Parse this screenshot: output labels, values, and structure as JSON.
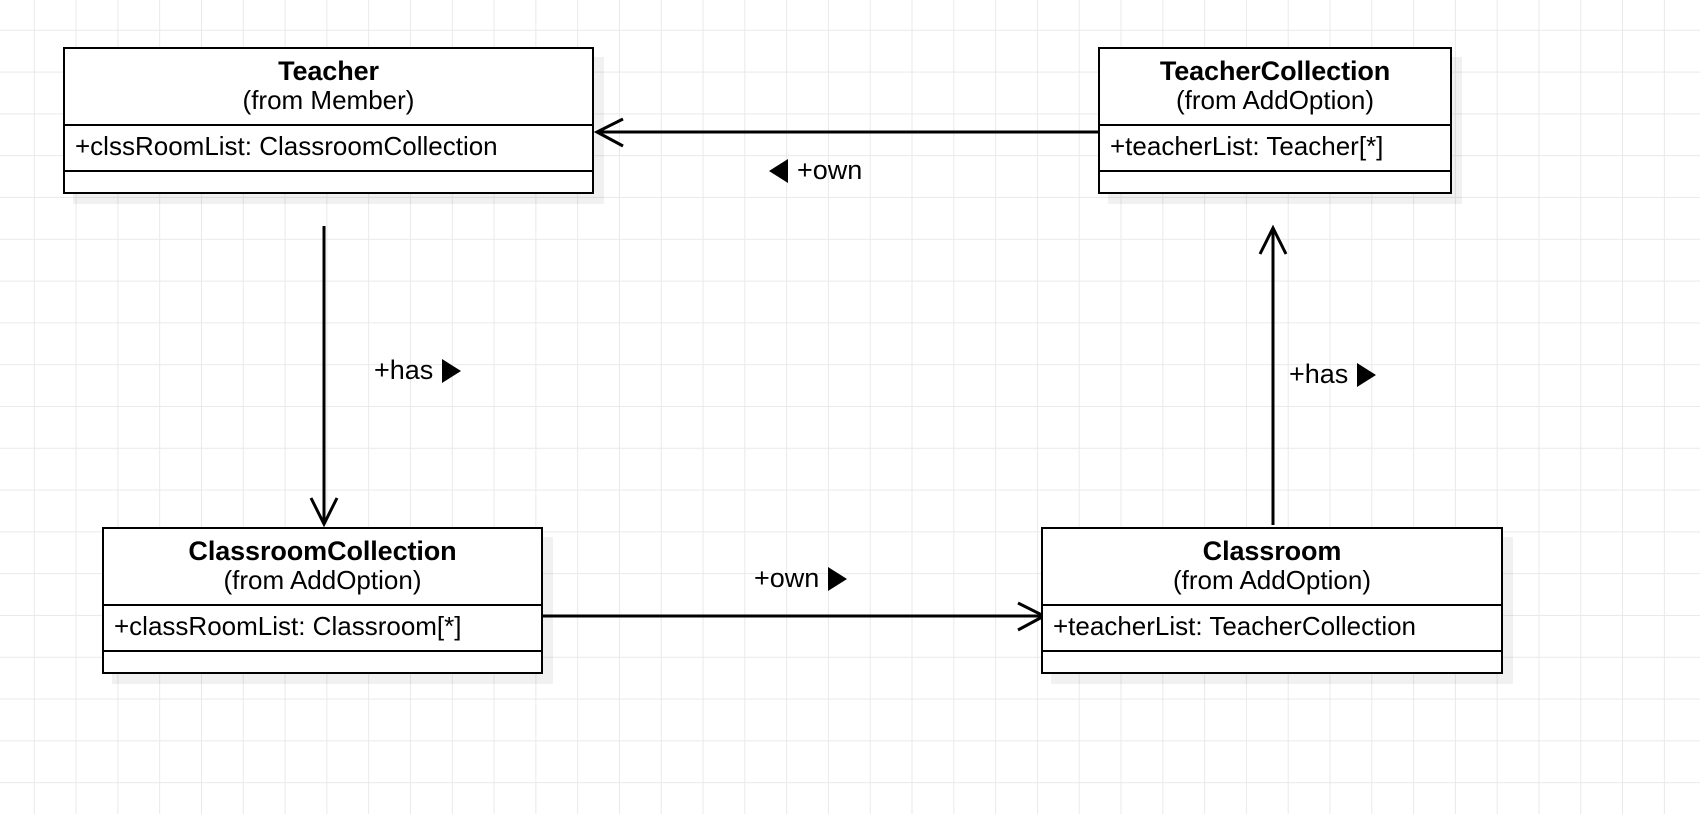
{
  "diagram": {
    "type": "uml-class-diagram",
    "background": "#ffffff",
    "grid_color": "#e9e9e9",
    "line_color": "#000000",
    "classes": [
      {
        "id": "teacher",
        "name": "Teacher",
        "from": "(from Member)",
        "attributes": [
          "+clssRoomList: ClassroomCollection"
        ],
        "operations": []
      },
      {
        "id": "teachercollection",
        "name": "TeacherCollection",
        "from": "(from AddOption)",
        "attributes": [
          "+teacherList: Teacher[*]"
        ],
        "operations": []
      },
      {
        "id": "classroomcollection",
        "name": "ClassroomCollection",
        "from": "(from AddOption)",
        "attributes": [
          "+classRoomList: Classroom[*]"
        ],
        "operations": []
      },
      {
        "id": "classroom",
        "name": "Classroom",
        "from": "(from AddOption)",
        "attributes": [
          "+teacherList: TeacherCollection"
        ],
        "operations": []
      }
    ],
    "associations": [
      {
        "id": "own-top",
        "label": "+own",
        "direction": "left",
        "marker": "triangle-left",
        "source": "teachercollection",
        "target": "teacher"
      },
      {
        "id": "has-left",
        "label": "+has",
        "direction": "right",
        "marker": "triangle-right",
        "source": "teacher",
        "target": "classroomcollection"
      },
      {
        "id": "has-right",
        "label": "+has",
        "direction": "right",
        "marker": "triangle-right",
        "source": "classroom",
        "target": "teachercollection"
      },
      {
        "id": "own-bottom",
        "label": "+own",
        "direction": "right",
        "marker": "triangle-right",
        "source": "classroomcollection",
        "target": "classroom"
      }
    ]
  }
}
